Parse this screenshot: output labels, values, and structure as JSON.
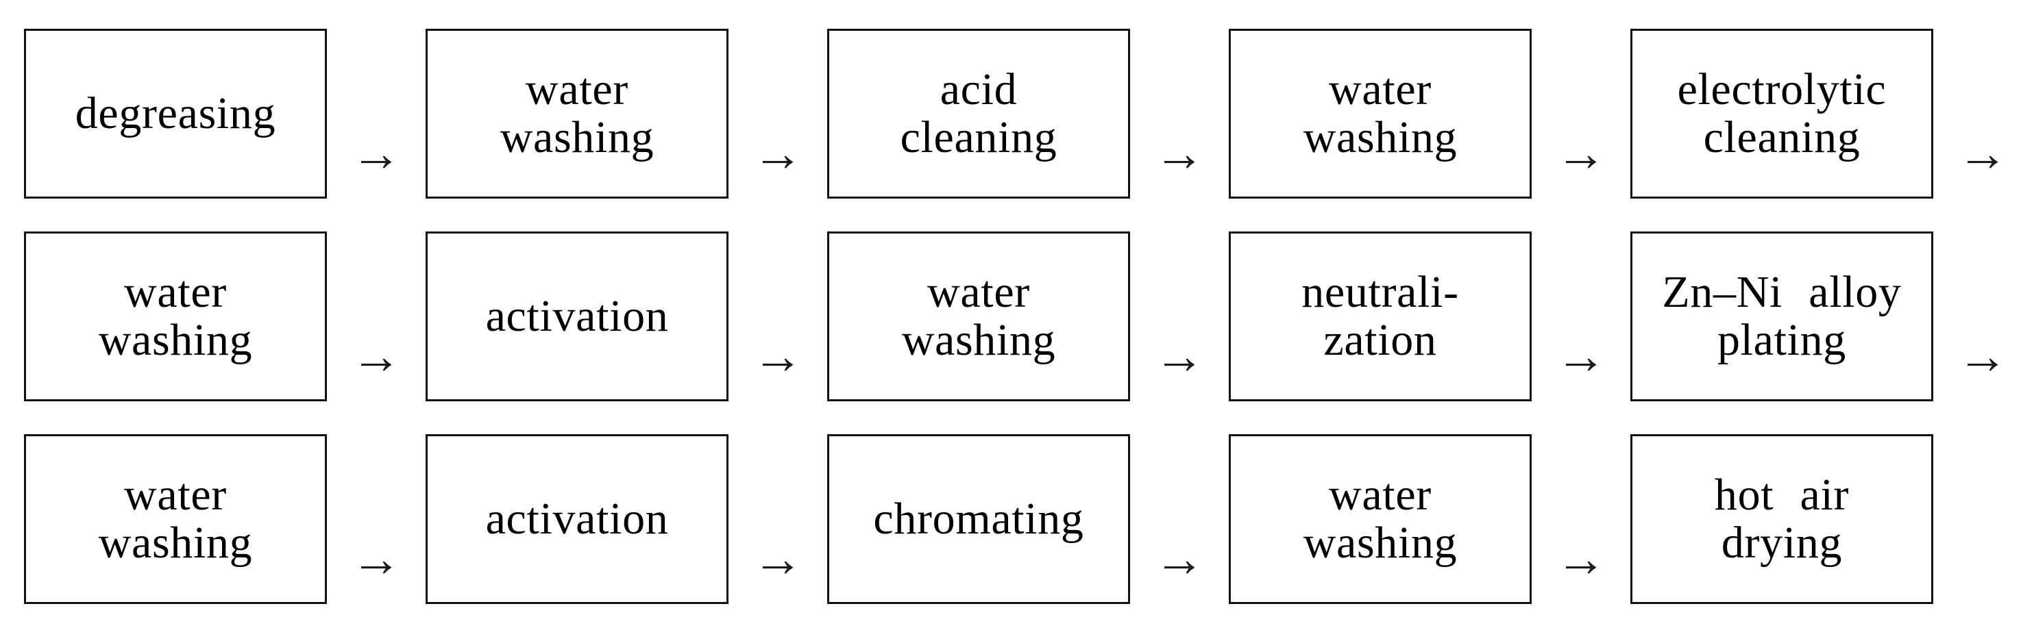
{
  "flow": {
    "arrow_glyph": "→",
    "colors": {
      "background": "#ffffff",
      "box_border": "#111111",
      "text": "#000000",
      "arrow": "#1a1a1a"
    },
    "rows": [
      {
        "row_continues": true,
        "steps": [
          {
            "label": "degreasing"
          },
          {
            "label": "water\nwashing"
          },
          {
            "label": "acid\ncleaning"
          },
          {
            "label": "water\nwashing"
          },
          {
            "label": "electrolytic\ncleaning"
          }
        ]
      },
      {
        "row_continues": true,
        "steps": [
          {
            "label": "water\nwashing"
          },
          {
            "label": "activation"
          },
          {
            "label": "water\nwashing"
          },
          {
            "label": "neutrali-\nzation"
          },
          {
            "label": "Zn–Ni alloy\nplating"
          }
        ]
      },
      {
        "row_continues": false,
        "steps": [
          {
            "label": "water\nwashing"
          },
          {
            "label": "activation"
          },
          {
            "label": "chromating"
          },
          {
            "label": "water\nwashing"
          },
          {
            "label": "hot air\ndrying"
          }
        ]
      }
    ]
  }
}
